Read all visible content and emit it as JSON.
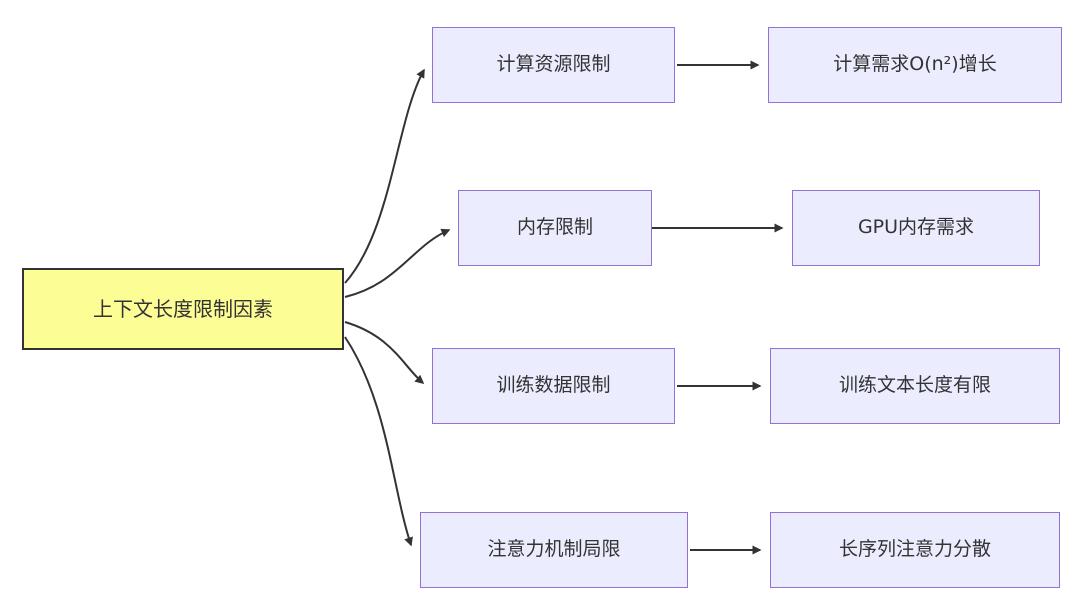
{
  "diagram_type": "flowchart",
  "root": {
    "label": "上下文长度限制因素"
  },
  "rows": [
    {
      "cause": "计算资源限制",
      "effect": "计算需求O(n²)增长"
    },
    {
      "cause": "内存限制",
      "effect": "GPU内存需求"
    },
    {
      "cause": "训练数据限制",
      "effect": "训练文本长度有限"
    },
    {
      "cause": "注意力机制局限",
      "effect": "长序列注意力分散"
    }
  ],
  "colors": {
    "root_fill": "#FDFD96",
    "root_border": "#333333",
    "node_fill": "#ECECFF",
    "node_border": "#9370DB",
    "edge": "#333333"
  }
}
